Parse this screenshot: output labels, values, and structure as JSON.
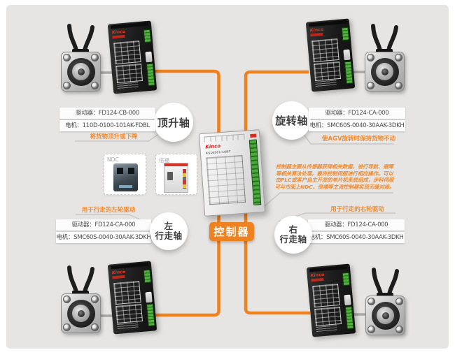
{
  "brand": "Kinco",
  "background_color": "#e6e5e3",
  "accent_color": "#ee8220",
  "note_color": "#ef8c33",
  "controller": {
    "badge_label": "控制器",
    "model": "KS105C1-16DT",
    "description_lines": [
      "控制器主要从传感器获得相关数据，进行导航、避障",
      "等相关算法处理，最终控制伺服进行相应操作。可以",
      "由PLC或客户自主开发的单片机系统组成，步科伺服",
      "可与市面上NDC、倍福等主流控制器实现无缝对接。"
    ]
  },
  "partner_cards": [
    {
      "label": "NDC"
    },
    {
      "label": "倍福"
    }
  ],
  "axes": [
    {
      "name_lines": [
        "顶升轴"
      ],
      "driver_label": "驱动器：FD124-CB-000",
      "motor_label": "电机：110D-0100-101AK-FDBL",
      "note": "将货物顶升或下降"
    },
    {
      "name_lines": [
        "旋转轴"
      ],
      "driver_label": "驱动器：FD124-CA-000",
      "motor_label": "电机：SMC60S-0040-30AAK-3DKH",
      "note": "使AGV旋转时保持货物不动"
    },
    {
      "name_lines": [
        "左",
        "行走轴"
      ],
      "driver_label": "驱动器：FD124-CA-000",
      "motor_label": "电机：SMC60S-0040-30AAK-3DKH",
      "note": "用于行走的左轮驱动"
    },
    {
      "name_lines": [
        "右",
        "行走轴"
      ],
      "driver_label": "驱动器：FD124-CA-000",
      "motor_label": "电机：SMC60S-0040-30AAK-3DKH",
      "note": "用于行走的右轮驱动"
    }
  ]
}
